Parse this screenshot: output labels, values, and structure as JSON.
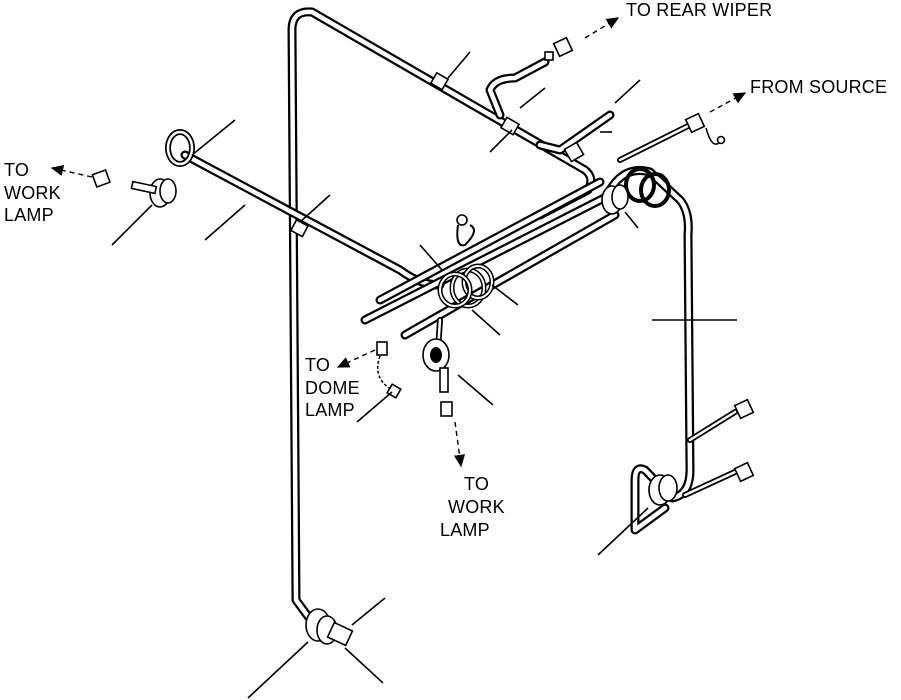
{
  "labels": {
    "to_rear_wiper": "TO REAR WIPER",
    "from_source": "FROM SOURCE",
    "to_work_lamp_left": [
      "TO",
      "WORK",
      "LAMP"
    ],
    "to_dome_lamp": [
      "TO",
      "DOME",
      "LAMP"
    ],
    "to_work_lamp_bottom": [
      "TO",
      "WORK",
      "LAMP"
    ]
  },
  "colors": {
    "line": "#000000",
    "background": "#ffffff"
  }
}
